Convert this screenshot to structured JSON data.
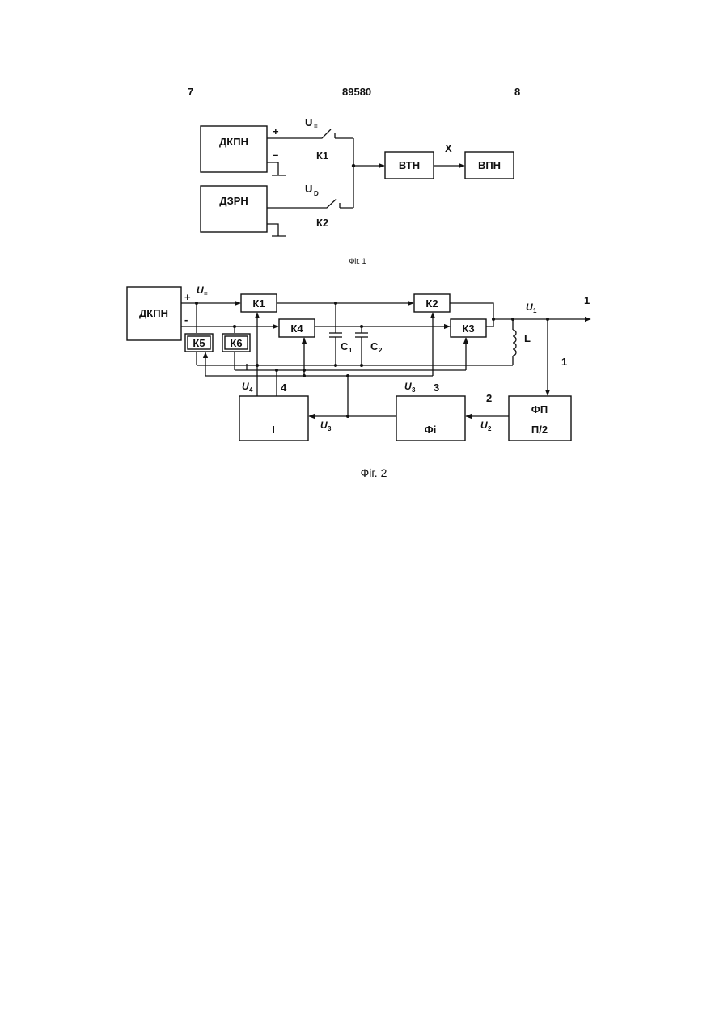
{
  "header": {
    "left_page": "7",
    "doc_number": "89580",
    "right_page": "8"
  },
  "fig1": {
    "caption": "Фіг. 1",
    "blocks": {
      "dkpn": "ДКПН",
      "dzrn": "ДЗРН",
      "vtn": "ВТН",
      "vpn": "ВПН"
    },
    "switches": {
      "k1": "К1",
      "k2": "К2"
    },
    "terminals": {
      "plus": "+",
      "minus": "–"
    },
    "labels": {
      "u_main": "U",
      "u_main_sub": "=",
      "u_d": "U",
      "u_d_sub": "D",
      "x": "X"
    }
  },
  "fig2": {
    "caption": "Фіг. 2",
    "blocks": {
      "dkpn": "ДКПН",
      "k1": "К1",
      "k2": "К2",
      "k3": "К3",
      "k4": "К4",
      "k5": "К5",
      "k6": "К6",
      "fp_top": "ФП",
      "fp_bottom": "П/2",
      "fi": "Фі",
      "i": "І"
    },
    "terminals": {
      "plus": "+",
      "minus": "-"
    },
    "components": {
      "c1": "C",
      "c1_sub": "1",
      "c2": "C",
      "c2_sub": "2",
      "l": "L"
    },
    "signals": {
      "u_eq": "U",
      "u_eq_sub": "=",
      "u1": "U",
      "u1_sub": "1",
      "u2": "U",
      "u2_sub": "2",
      "u3_top": "U",
      "u3_top_sub": "3",
      "u3_bottom": "U",
      "u3_bottom_sub": "3",
      "u4": "U",
      "u4_sub": "4"
    },
    "numbers": {
      "out1": "1",
      "arrow1": "1",
      "n2": "2",
      "n3": "3",
      "n4": "4"
    }
  }
}
